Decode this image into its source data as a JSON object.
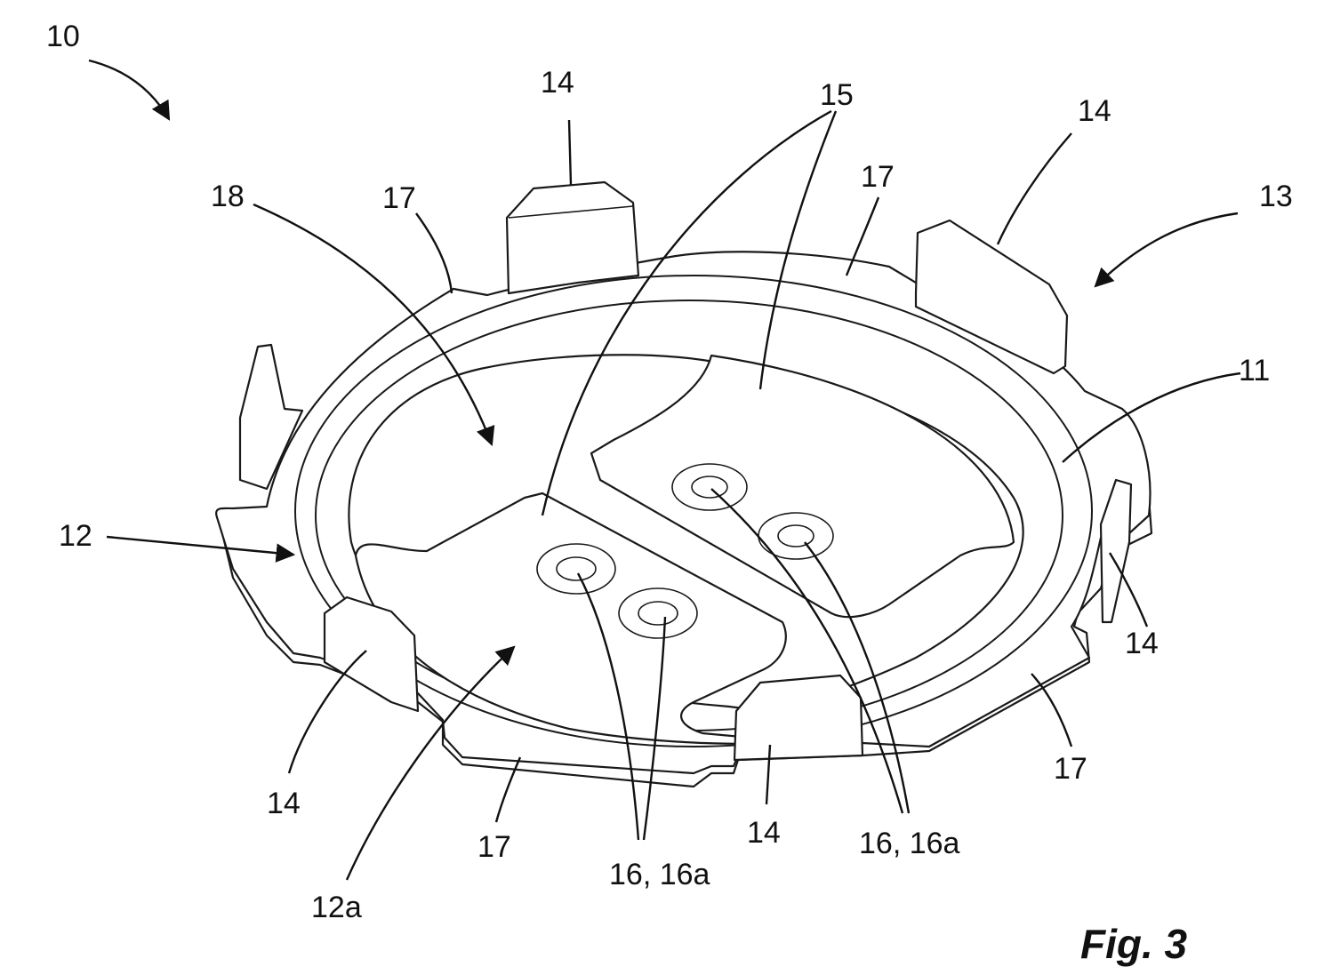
{
  "labels": {
    "l10": "10",
    "l14_top": "14",
    "l15": "15",
    "l14_topright": "14",
    "l13": "13",
    "l17_topleft": "17",
    "l17_topright": "17",
    "l18": "18",
    "l11": "11",
    "l12": "12",
    "l14_right": "14",
    "l14_left": "14",
    "l17_bottomright": "17",
    "l17_bottom": "17",
    "l14_bottom": "14",
    "l16_left": "16, 16a",
    "l16_right": "16, 16a",
    "l12a": "12a"
  },
  "figure_label": "Fig. 3"
}
